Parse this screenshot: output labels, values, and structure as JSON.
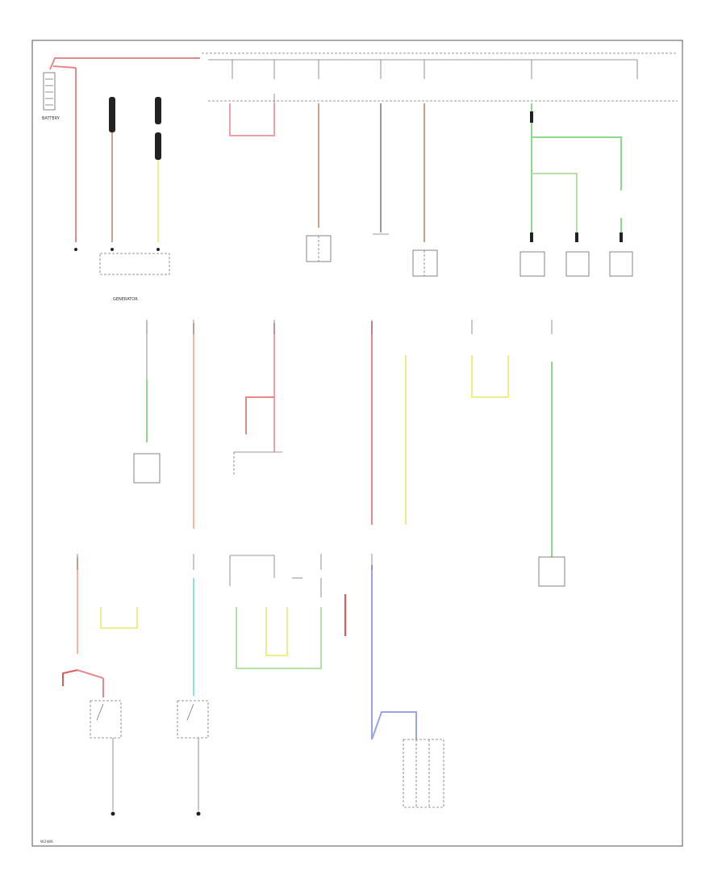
{
  "colors": {
    "frame": "#555555",
    "red": "#e8888c",
    "pink": "#f2a0a8",
    "tan": "#caa27f",
    "yellow": "#eeee88",
    "green": "#8fd68f",
    "light_green": "#b4e2a4",
    "orange": "#f4b896",
    "cyan": "#88e4ea",
    "blue": "#9aa2e8",
    "dark_red": "#e05a5a",
    "gray": "#777777",
    "black": "#222222"
  },
  "icons": [
    "battery-icon",
    "fusible-link-icon",
    "switch-icon",
    "ground-icon",
    "fuse-icon"
  ],
  "labels": {
    "battery": "BATTERY",
    "generator": "GENERATOR",
    "corner": "W2486"
  }
}
